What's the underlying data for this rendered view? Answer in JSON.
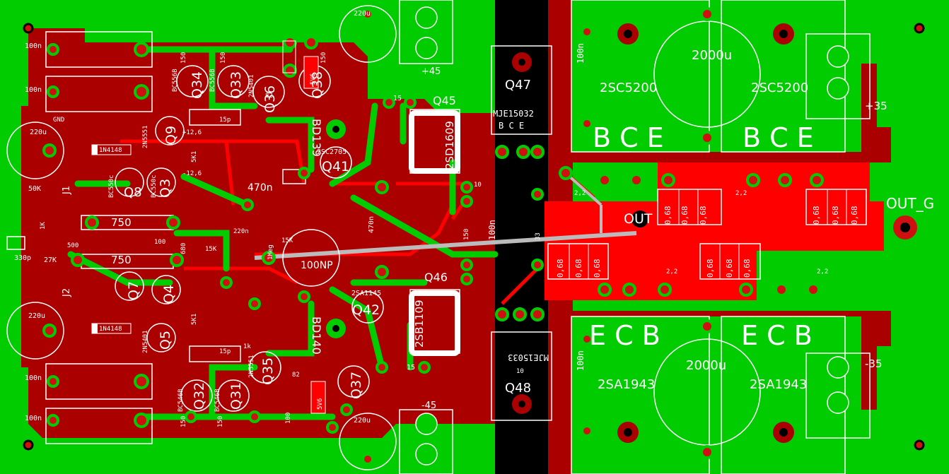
{
  "colors": {
    "board": "#00cc00",
    "copper": "#aa0000",
    "trace": "#ff0000",
    "silk": "#ffffff",
    "pad": "#d01010",
    "spine": "#000000",
    "strap": "#bbbbbb"
  },
  "board_labels": {
    "out": "OUT",
    "out_g": "OUT_G",
    "gnd": "GND",
    "v_pos45": "+45",
    "v_neg45": "-45",
    "v_pos35": "+35",
    "v_neg35": "-35",
    "v_plus126": "+12,6",
    "v_minus126": "-12,6",
    "j1": "J1",
    "j2": "J2",
    "bce": "B C E",
    "ecb": "E C B"
  },
  "transistors": {
    "q34": "Q34",
    "q33": "Q33",
    "q36": "Q36",
    "q38": "Q38",
    "q9": "Q9",
    "q8": "Q8",
    "q3": "Q3",
    "q7": "Q7",
    "q4": "Q4",
    "q5": "Q5",
    "q32": "Q32",
    "q31": "Q31",
    "q35": "Q35",
    "q37": "Q37",
    "q41": "Q41",
    "q42": "Q42",
    "q45": "Q45",
    "q46": "Q46",
    "q47": "Q47",
    "q48": "Q48",
    "bd139": "BD139",
    "bd140": "BD140",
    "p2sd1609": "2SD1609",
    "p2sb1109": "2SB1109",
    "mje15032": "MJE15032",
    "mje15033": "MJE15033",
    "p2sc5200": "2SC5200",
    "p2sa1943": "2SA1943",
    "bc556b": "BC556B",
    "bc546b": "BC546B",
    "bc550c": "BC550c",
    "n5551": "2N5551",
    "n5401": "2N5401",
    "sc2705": "2SC2705",
    "sa1145": "2SA1145"
  },
  "passives": {
    "c220u": "220u",
    "c100n": "100n",
    "c2000u": "2000u",
    "c470n": "470n",
    "c100np": "100NP",
    "c15p": "15p",
    "c220n": "220n",
    "c330p": "330p",
    "r750": "750",
    "r27k": "27K",
    "r50k": "50K",
    "r1k": "1K",
    "r5k1": "5K1",
    "r500": "500",
    "r15k": "15K",
    "r100": "100",
    "r680": "680",
    "r150": "150",
    "r82": "82",
    "r15": "15",
    "r10": "10",
    "r22": "2,2",
    "r068": "0,68",
    "r33": "33",
    "r1meg": "1Meg",
    "r1k_s": "1k",
    "d1n4148": "1N4148",
    "z5v6": "5V6"
  }
}
